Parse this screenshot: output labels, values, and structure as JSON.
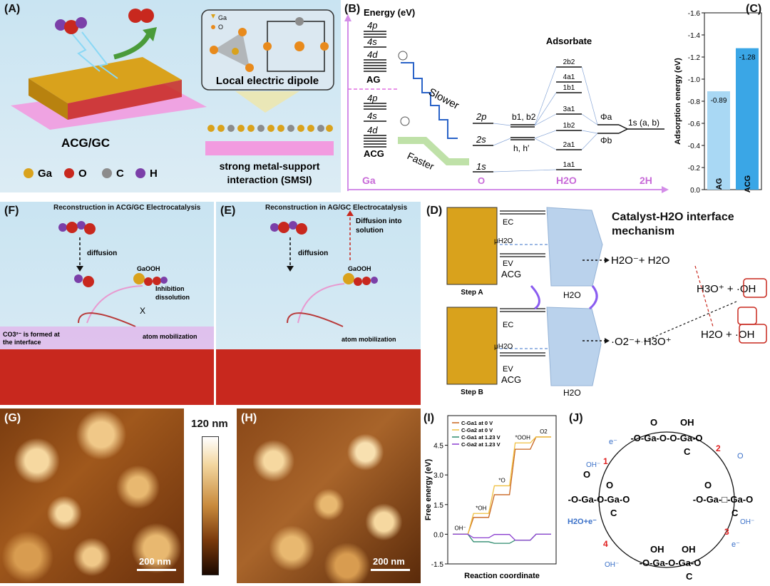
{
  "panels": {
    "A": {
      "label": "(A)",
      "title": "ACG/GC",
      "inset_legend_ga": "Ga",
      "inset_legend_o": "O",
      "inset_caption": "Local electric dipole",
      "legend": [
        {
          "symbol": "Ga",
          "color": "#d9a21c"
        },
        {
          "symbol": "O",
          "color": "#c8281e"
        },
        {
          "symbol": "C",
          "color": "#8c8c8c"
        },
        {
          "symbol": "H",
          "color": "#7b3fa8"
        }
      ],
      "smsi_line1": "strong metal-support",
      "smsi_line2": "interaction (SMSI)"
    },
    "B": {
      "label": "(B)",
      "energy_label": "Energy (eV)",
      "ag_levels": [
        "4p",
        "4s",
        "4d"
      ],
      "ag_name": "AG",
      "acg_levels": [
        "4p",
        "4s",
        "4d"
      ],
      "acg_name": "ACG",
      "slower": "Slower",
      "faster": "Faster",
      "o_levels": [
        "2p",
        "2s",
        "1s"
      ],
      "o_name": "O",
      "hyb_upper": "b1, b2",
      "hyb_lower": "h, h′",
      "adsorbate_title": "Adsorbate",
      "mo_levels": [
        "2b2",
        "4a1",
        "1b1",
        "3a1",
        "1b2",
        "2a1",
        "1a1"
      ],
      "phi_a": "Φa",
      "phi_b": "Φb",
      "h_level": "1s (a, b)",
      "bottom_ga": "Ga",
      "bottom_h2o": "H2O",
      "bottom_2h": "2H"
    },
    "C": {
      "label": "(C)",
      "ylabel": "Adsorption energy (eV)"
    },
    "F": {
      "label": "(F)",
      "title": "Reconstruction in ACG/GC Electrocatalysis",
      "diffusion": "diffusion",
      "gaooh": "GaOOH",
      "inhibition": "Inhibition",
      "dissolution": "dissolution",
      "x_mark": "X",
      "co3_line1": "CO3²⁻ is formed at",
      "co3_line2": "the interface",
      "mobilization": "atom mobilization"
    },
    "E": {
      "label": "(E)",
      "title": "Reconstruction in AG/GC Electrocatalysis",
      "diffusion": "diffusion",
      "diffusion_into_line1": "Diffusion into",
      "diffusion_into_line2": "solution",
      "gaooh": "GaOOH",
      "mobilization": "atom mobilization"
    },
    "D": {
      "label": "(D)",
      "title_line1": "Catalyst-H2O interface",
      "title_line2": "mechanism",
      "step_a": "Step A",
      "step_b": "Step B",
      "ec": "EC",
      "ev": "EV",
      "mu": "μH2O",
      "acg": "ACG",
      "h2o": "H2O",
      "eq1": "H2O⁻+ H2O",
      "eq2": "H3O⁺ + ·OH",
      "eq3": "·O2⁻+ H3O⁺",
      "eq4": "H2O + ·OH"
    },
    "G": {
      "label": "(G)",
      "scale": "200 nm"
    },
    "colorbar": {
      "max_label": "120 nm"
    },
    "H": {
      "label": "(H)",
      "scale": "200 nm"
    },
    "I": {
      "label": "(I)",
      "ylabel": "Free energy (eV)",
      "xlabel": "Reaction coordinate",
      "point_labels": [
        "OH⁻",
        "*OH",
        "*O",
        "*OOH",
        "O2"
      ]
    },
    "J": {
      "label": "(J)",
      "top_struct": "-O-Ga-O-O-Ga-O",
      "right_struct": "-O-Ga-□-Ga-O",
      "bottom_struct": "-O-Ga-O-Ga-O",
      "left_struct": "-O-Ga-O-Ga-O",
      "step_nums": [
        "1",
        "2",
        "3",
        "4"
      ],
      "e_minus": "e⁻",
      "oh_minus": "OH⁻",
      "o_label": "O",
      "h2o_e": "H2O+e⁻",
      "c_label": "C",
      "oh_label": "OH",
      "o_top": "O"
    }
  },
  "chart_data": [
    {
      "type": "bar",
      "panel": "C",
      "categories": [
        "AG",
        "ACG"
      ],
      "values": [
        -0.89,
        -1.28
      ],
      "data_labels": [
        "-0.89",
        "-1.28"
      ],
      "ylabel": "Adsorption energy (eV)",
      "ylim": [
        0.0,
        -1.6
      ],
      "yticks": [
        "0.0",
        "-0.2",
        "-0.4",
        "-0.6",
        "-0.8",
        "-1.0",
        "-1.2",
        "-1.4",
        "-1.6"
      ],
      "colors": [
        "#a9d8f4",
        "#3aa6e6"
      ]
    },
    {
      "type": "line",
      "panel": "I",
      "ylabel": "Free energy (eV)",
      "xlabel": "Reaction coordinate",
      "ylim": [
        -1.5,
        6.0
      ],
      "yticks": [
        "-1.5",
        "0.0",
        "1.5",
        "3.0",
        "4.5"
      ],
      "steps": 5,
      "series": [
        {
          "name": "C-Ga1 at 0 V",
          "color": "#c8641e",
          "values": [
            0.0,
            0.85,
            2.0,
            4.3,
            4.92
          ]
        },
        {
          "name": "C-Ga2 at 0 V",
          "color": "#f0c040",
          "values": [
            0.0,
            1.05,
            2.45,
            4.62,
            4.92
          ]
        },
        {
          "name": "C-Ga1 at 1.23 V",
          "color": "#2e8b6e",
          "values": [
            0.0,
            -0.38,
            -0.46,
            -0.3,
            0.0
          ]
        },
        {
          "name": "C-Ga2 at 1.23 V",
          "color": "#8b3fd0",
          "values": [
            0.0,
            -0.18,
            -0.01,
            -0.3,
            0.0
          ]
        }
      ]
    }
  ]
}
